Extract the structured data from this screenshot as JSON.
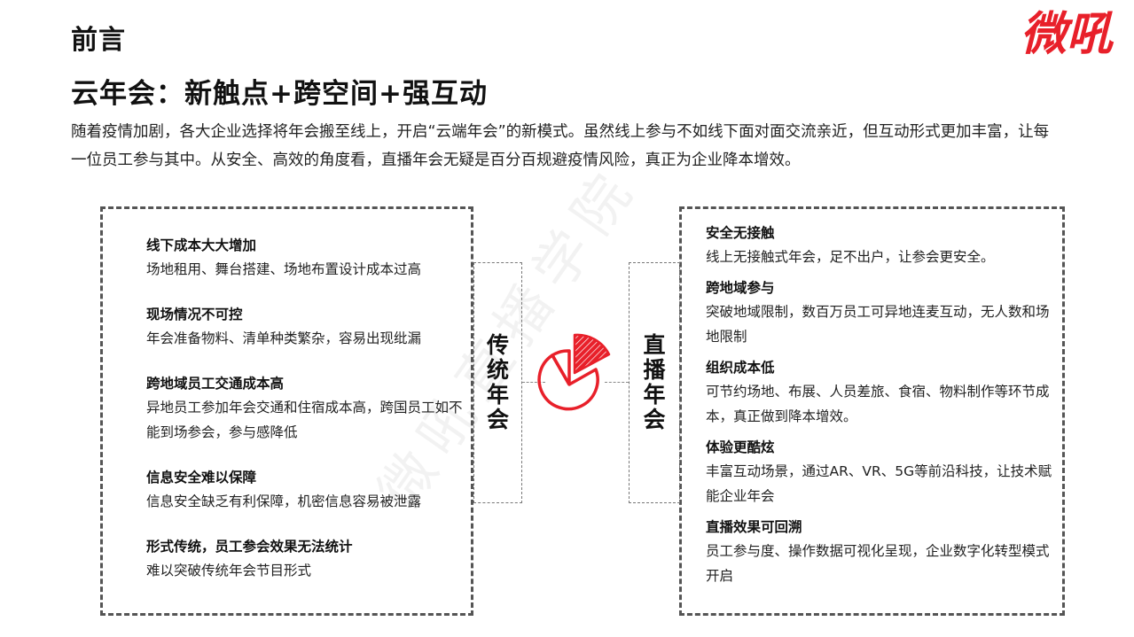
{
  "header": {
    "section_title": "前言",
    "headline": "云年会：新触点+跨空间+强互动",
    "intro": "随着疫情加剧，各大企业选择将年会搬至线上，开启“云端年会”的新模式。虽然线上参与不如线下面对面交流亲近，但互动形式更加丰富，让每一位员工参与其中。从安全、高效的角度看，直播年会无疑是百分百规避疫情风险，真正为企业降本增效。"
  },
  "logo": {
    "text": "微吼",
    "color": "#e8202a"
  },
  "watermark": {
    "text": "微吼直播学院"
  },
  "comparison": {
    "left": {
      "label": "传统年会",
      "items": [
        {
          "title": "线下成本大大增加",
          "desc": "场地租用、舞台搭建、场地布置设计成本过高"
        },
        {
          "title": "现场情况不可控",
          "desc": "年会准备物料、清单种类繁杂，容易出现纰漏"
        },
        {
          "title": "跨地域员工交通成本高",
          "desc": "异地员工参加年会交通和住宿成本高，跨国员工如不能到场参会，参与感降低"
        },
        {
          "title": "信息安全难以保障",
          "desc": "信息安全缺乏有利保障，机密信息容易被泄露"
        },
        {
          "title": "形式传统，员工参会效果无法统计",
          "desc": "难以突破传统年会节目形式"
        }
      ]
    },
    "right": {
      "label": "直播年会",
      "items": [
        {
          "title": "安全无接触",
          "desc": "线上无接触式年会，足不出户，让参会更安全。"
        },
        {
          "title": "跨地域参与",
          "desc": "突破地域限制，数百万员工可异地连麦互动，无人数和场地限制"
        },
        {
          "title": "组织成本低",
          "desc": "可节约场地、布展、人员差旅、食宿、物料制作等环节成本，真正做到降本增效。"
        },
        {
          "title": "体验更酷炫",
          "desc": "丰富互动场景，通过AR、VR、5G等前沿科技，让技术赋能企业年会"
        },
        {
          "title": "直播效果可回溯",
          "desc": "员工参与度、操作数据可视化呈现，企业数字化转型模式开启"
        }
      ]
    },
    "center_icon": "pie-chart-icon",
    "accent_color": "#e8202a"
  }
}
